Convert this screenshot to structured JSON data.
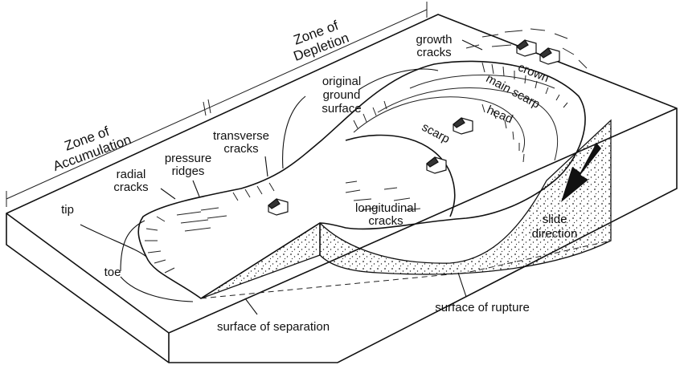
{
  "labels": {
    "zone_depletion": [
      "Zone of",
      "Depletion"
    ],
    "zone_accumulation": [
      "Zone of",
      "Accumulation"
    ],
    "growth_cracks": [
      "growth",
      "cracks"
    ],
    "crown": "crown",
    "main_scarp": "main scarp",
    "head": "head",
    "scarp": "scarp",
    "original_ground_surface": [
      "original",
      "ground",
      "surface"
    ],
    "transverse_cracks": [
      "transverse",
      "cracks"
    ],
    "pressure_ridges": [
      "pressure",
      "ridges"
    ],
    "radial_cracks": [
      "radial",
      "cracks"
    ],
    "tip": "tip",
    "toe": "toe",
    "longitudinal_cracks": [
      "longitudinal",
      "cracks"
    ],
    "slide_direction": [
      "slide",
      "direction"
    ],
    "surface_of_separation": "surface of separation",
    "surface_of_rupture": "surface of rupture"
  }
}
